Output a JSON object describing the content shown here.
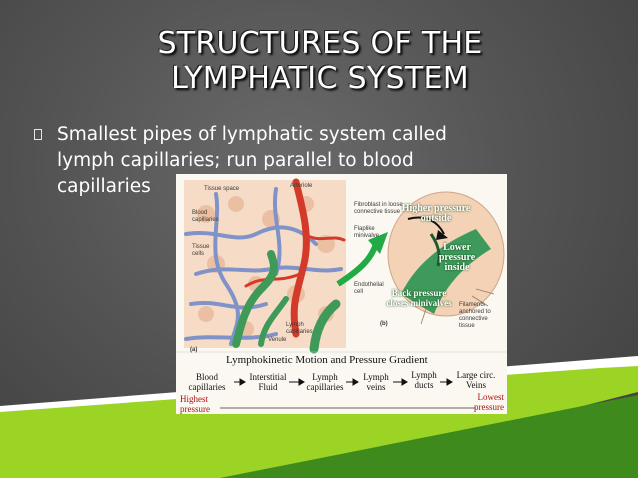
{
  "slide": {
    "title_line1": "STRUCTURES OF THE",
    "title_line2": "LYMPHATIC SYSTEM",
    "bullet_line1": "Smallest pipes of lymphatic system called",
    "bullet_line2": "lymph capillaries; run parallel to blood",
    "bullet_line3": "capillaries"
  },
  "figure": {
    "labels": {
      "tissue_space": "Tissue space",
      "arteriole": "Arteriole",
      "blood_capillaries": "Blood\ncapillaries",
      "tissue_cells": "Tissue\ncells",
      "lymph_capillaries": "Lymph\ncapillaries",
      "venule": "Venule",
      "panel_a": "(a)",
      "panel_b": "(b)",
      "fibroblast": "Fibroblast in loose\nconnective tissue",
      "flaplike": "Flaplike\nminivalve",
      "endothelial": "Endothelial\ncell",
      "filaments": "Filaments\nanchored to\nconnective\ntissue",
      "higher_pressure": "Higher pressure\noutside",
      "lower_pressure": "Lower\npressure\ninside",
      "back_pressure": "Back pressure\ncloses minivalves"
    },
    "gradient_title": "Lymphokinetic Motion and Pressure Gradient",
    "steps": [
      "Blood\ncapillaries",
      "Interstitial\nFluid",
      "Lymph\ncapillaries",
      "Lymph\nveins",
      "Lymph\nducts",
      "Large circ.\nVeins"
    ],
    "highest": "Highest\npressure",
    "lowest": "Lowest\npressure"
  },
  "colors": {
    "title_text": "#ffffff",
    "band_light_green": "#9bd424",
    "band_dark_green": "#3f8a1c",
    "band_white": "#ffffff",
    "pressure_red": "#b01010"
  }
}
